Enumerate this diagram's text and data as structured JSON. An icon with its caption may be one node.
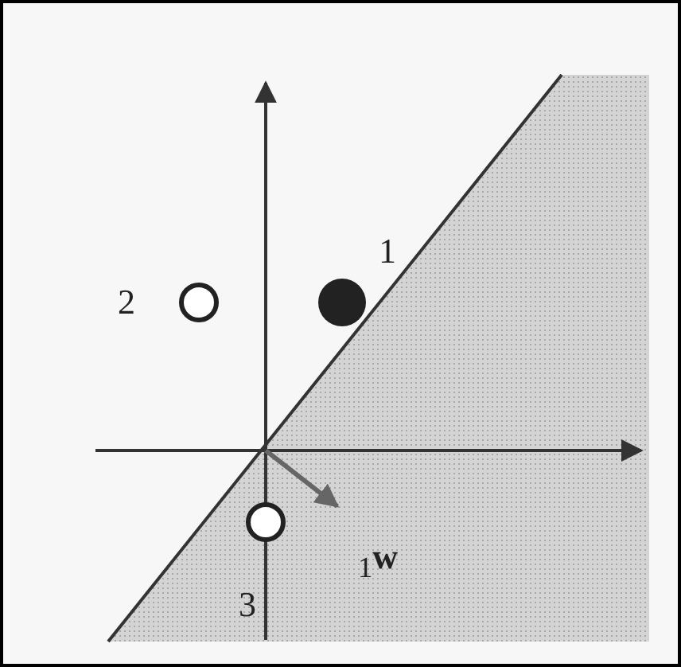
{
  "diagram": {
    "labels": [
      "1",
      "2",
      "$_{1}$**w**",
      "3"
    ]
  }
}
